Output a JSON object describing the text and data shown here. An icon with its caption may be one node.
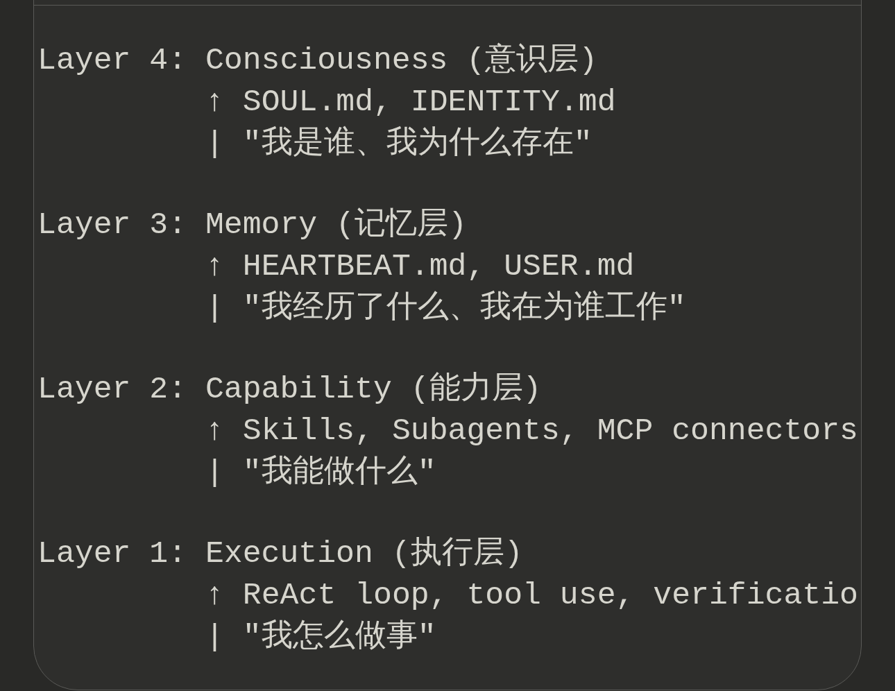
{
  "diagram": {
    "labels": [
      "Layer 4: Consciousness (意识层)",
      "↑ SOUL.md, IDENTITY.md",
      "| \"我是谁、我为什么存在\"",
      "Layer 3: Memory (记忆层)",
      "↑ HEARTBEAT.md, USER.md",
      "| \"我经历了什么、我在为谁工作\"",
      "Layer 2: Capability (能力层)",
      "↑ Skills, Subagents, MCP connectors",
      "| \"我能做什么\"",
      "Layer 1: Execution (执行层)",
      "↑ ReAct loop, tool use, verificatio",
      "| \"我怎么做事\""
    ]
  }
}
